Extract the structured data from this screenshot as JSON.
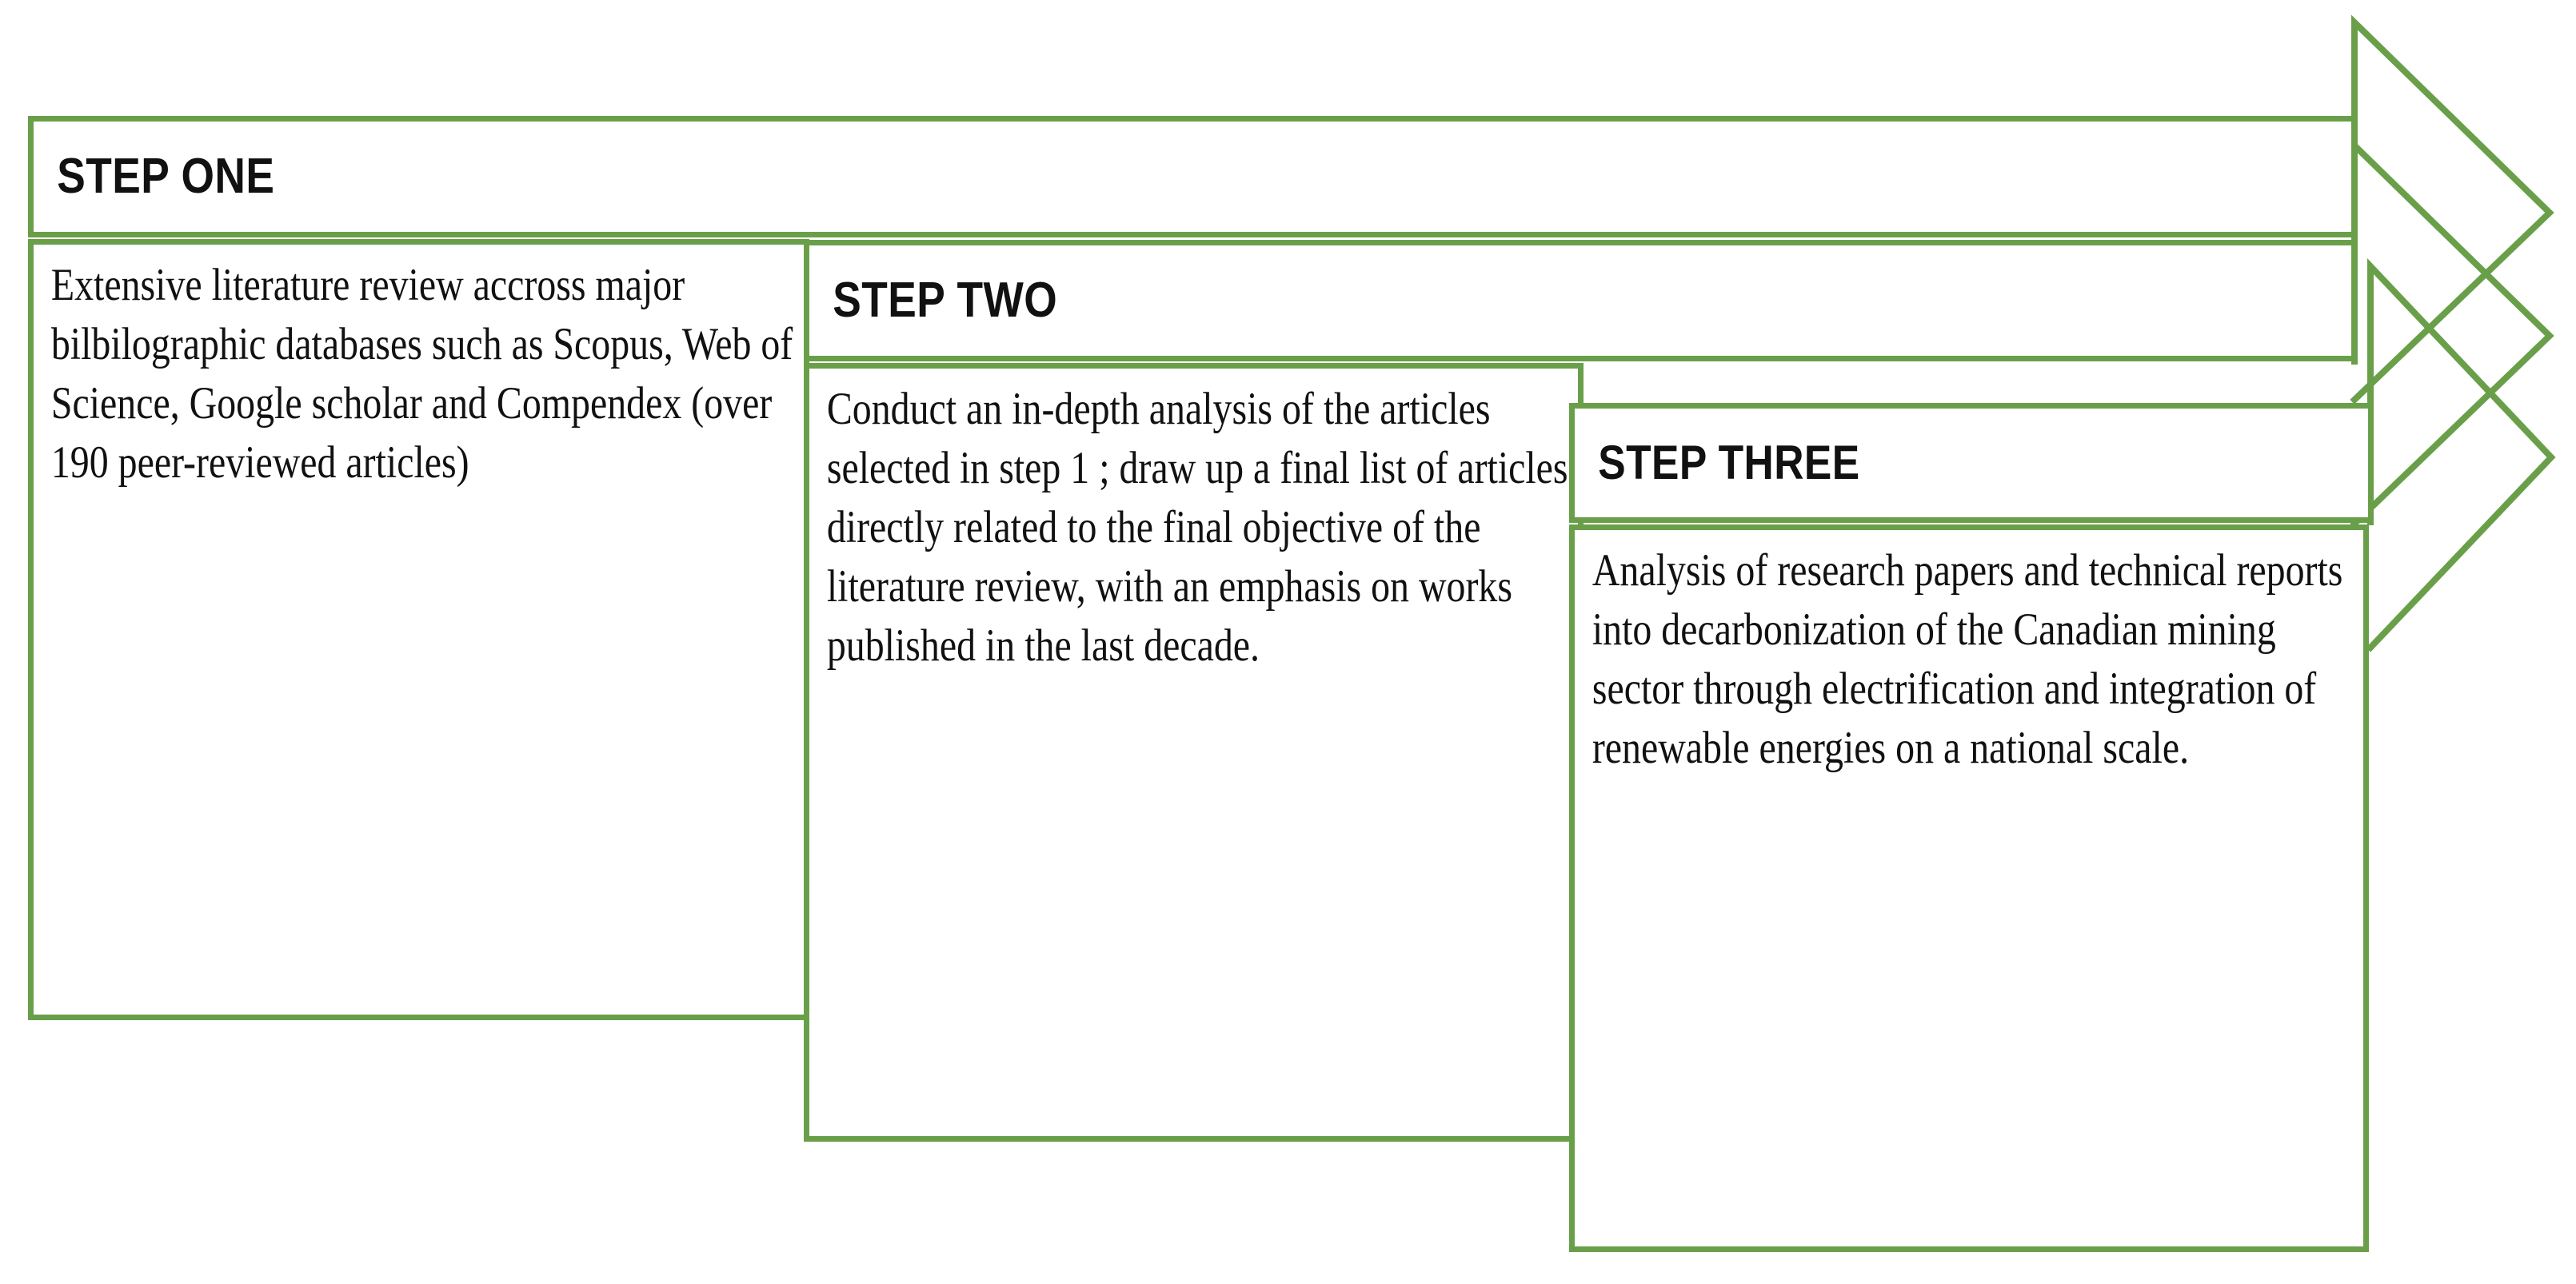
{
  "diagram": {
    "type": "three-step-chevron-process",
    "accent_color": "#6a9f4a",
    "background_color": "#ffffff",
    "text_color": "#111111",
    "steps": [
      {
        "id": "step-one",
        "header": "STEP ONE",
        "body": "Extensive literature review accross major bilbilographic databases such as Scopus, Web of Science, Google scholar and Compendex (over 190 peer-reviewed articles)"
      },
      {
        "id": "step-two",
        "header": "STEP TWO",
        "body": "Conduct an in-depth analysis of the articles selected in step 1 ; draw up a final list of articles directly related to the final objective of the literature review, with an emphasis on works published in the last decade."
      },
      {
        "id": "step-three",
        "header": "STEP THREE",
        "body": "Analysis of research papers and technical reports into decarbonization of the Canadian mining sector through electrification and integration of renewable energies on a national scale."
      }
    ]
  }
}
